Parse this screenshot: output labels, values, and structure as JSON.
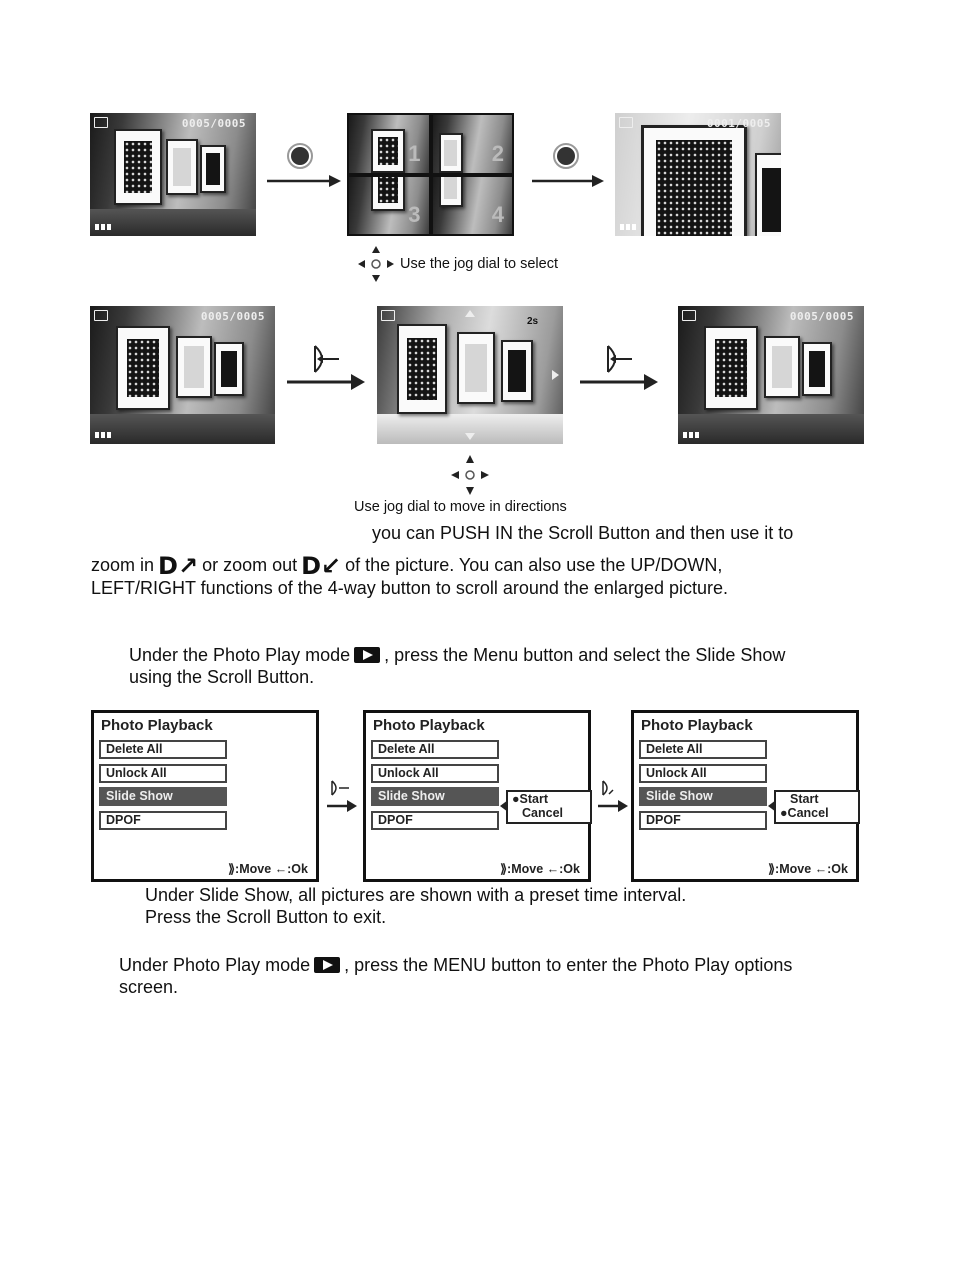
{
  "row1": {
    "photo_left_counter": "0005/0005",
    "quad_numbers": [
      "1",
      "2",
      "3",
      "4"
    ],
    "photo_right_counter": "0001/0005",
    "jog_caption": "Use the jog dial to select"
  },
  "row2": {
    "photo_left_counter": "0005/0005",
    "photo_mid_timer": "2s",
    "photo_right_counter": "0005/0005",
    "jog_caption": "Use jog dial to move in directions"
  },
  "zoom_text": {
    "line1": "you can PUSH IN the Scroll Button and then use it to",
    "line2_a": "zoom in",
    "line2_b": "or zoom out",
    "line2_c": "of the picture.   You can also use the UP/DOWN,",
    "line3": "LEFT/RIGHT functions of the 4-way button to scroll around the enlarged picture."
  },
  "slideshow_intro": {
    "line1_a": "Under the Photo Play mode",
    "line1_b": ", press the Menu button and select the Slide Show",
    "line2": "using the Scroll Button."
  },
  "menus": [
    {
      "title": "Photo Playback",
      "items": [
        "Delete All",
        "Unlock All",
        "Slide Show",
        "DPOF"
      ],
      "footer": "⟫:Move ←:Ok"
    },
    {
      "title": "Photo Playback",
      "items": [
        "Delete All",
        "Unlock All",
        "Slide Show",
        "DPOF"
      ],
      "popup": [
        "●Start",
        "Cancel"
      ],
      "footer": "⟫:Move ←:Ok"
    },
    {
      "title": "Photo Playback",
      "items": [
        "Delete All",
        "Unlock All",
        "Slide Show",
        "DPOF"
      ],
      "popup": [
        "Start",
        "●Cancel"
      ],
      "footer": "⟫:Move ←:Ok"
    }
  ],
  "slideshow_notes": {
    "line1": "Under Slide Show, all pictures are shown with a preset time interval.",
    "line2": "Press the Scroll Button to exit."
  },
  "options_text": {
    "line1_a": "Under Photo Play mode",
    "line1_b": ", press the MENU button to enter the Photo Play options",
    "line2": "screen."
  },
  "colors": {
    "menu_selected": "#555555",
    "text": "#111111"
  }
}
